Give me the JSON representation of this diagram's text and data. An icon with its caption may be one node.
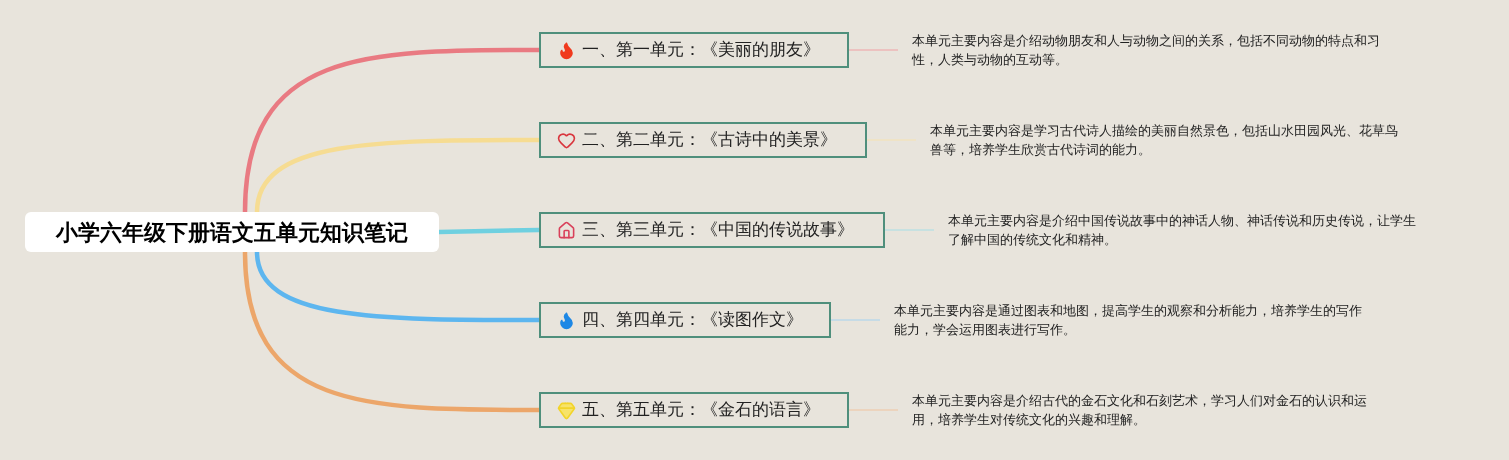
{
  "diagram": {
    "nodes": [
      {
        "text": [
          "小学六年级下册语文五单元知识笔记"
        ]
      },
      {
        "text": [
          "一、第一单元：《美丽的朋友》"
        ]
      },
      {
        "text": [
          "二、第二单元：《古诗中的美景》"
        ]
      },
      {
        "text": [
          "三、第三单元：《中国的传说故事》"
        ]
      },
      {
        "text": [
          "四、第四单元：《读图作文》"
        ]
      },
      {
        "text": [
          "五、第五单元：《金石的语言》"
        ]
      },
      {
        "text": [
          "本单元主要内容是介绍动物朋友和人与动物之间的关系，包括不同动物的特点和习性，人类与动物的互动等。"
        ]
      },
      {
        "text": [
          "本单元主要内容是学习古代诗人描绘的美丽自然景色，包括山水田园风光、花草鸟兽等，培养学生欣赏古代诗词的能力。"
        ]
      },
      {
        "text": [
          "本单元主要内容是介绍中国传说故事中的神话人物、神话传说和历史传说，让学生了解中国的传统文化和精神。"
        ]
      },
      {
        "text": [
          "本单元主要内容是通过图表和地图，提高学生的观察和分析能力，培养学生的写作能力，学会运用图表进行写作。"
        ]
      },
      {
        "text": [
          "本单元主要内容是介绍古代的金石文化和石刻艺术，学习人们对金石的认识和运用，培养学生对传统文化的兴趣和理解。"
        ]
      }
    ],
    "edges": [
      {
        "from": 0,
        "to": 1,
        "arrow": "none",
        "style": "thick",
        "color": "#e97a82"
      },
      {
        "from": 0,
        "to": 2,
        "arrow": "none",
        "style": "thick",
        "color": "#f6dc92"
      },
      {
        "from": 0,
        "to": 3,
        "arrow": "none",
        "style": "thick",
        "color": "#6fd0e0"
      },
      {
        "from": 0,
        "to": 4,
        "arrow": "none",
        "style": "thick",
        "color": "#5db6ef"
      },
      {
        "from": 0,
        "to": 5,
        "arrow": "none",
        "style": "thick",
        "color": "#eca66a"
      },
      {
        "from": 1,
        "to": 6,
        "arrow": "none",
        "color": "#efa0a4"
      },
      {
        "from": 2,
        "to": 7,
        "arrow": "none",
        "color": "#f6e2b0"
      },
      {
        "from": 3,
        "to": 8,
        "arrow": "none",
        "color": "#a6dde6"
      },
      {
        "from": 4,
        "to": 9,
        "arrow": "none",
        "color": "#a4d2ef"
      },
      {
        "from": 5,
        "to": 10,
        "arrow": "none",
        "color": "#efc4a0"
      }
    ]
  }
}
